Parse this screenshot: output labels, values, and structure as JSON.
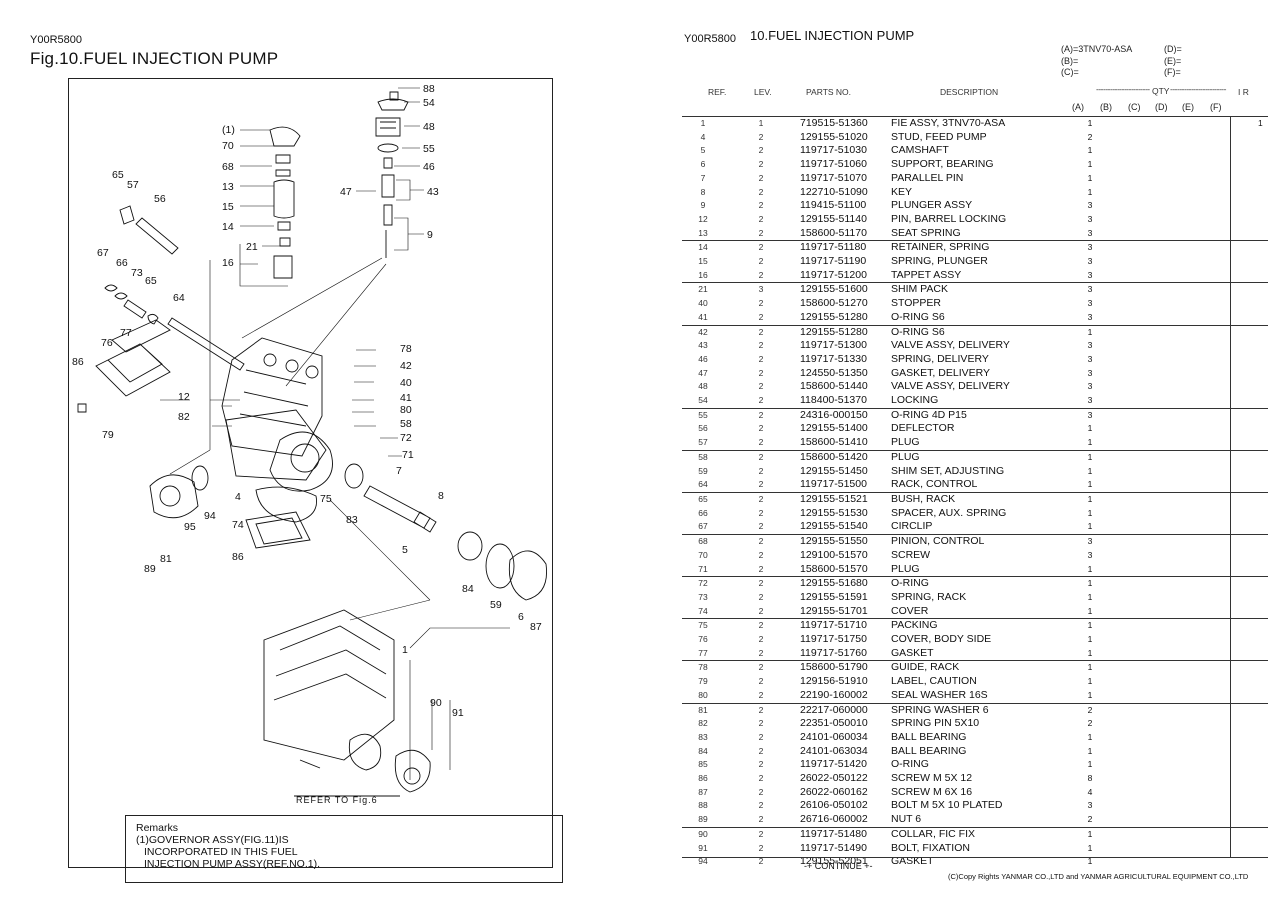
{
  "left": {
    "code": "Y00R5800",
    "title": "Fig.10.FUEL INJECTION PUMP",
    "remarks": {
      "heading": "Remarks",
      "lines": [
        "(1)GOVERNOR ASSY(FIG.11)IS",
        "INCORPORATED IN THIS FUEL",
        "INJECTION PUMP ASSY(REF.NO.1)."
      ]
    },
    "callouts": [
      "88",
      "54",
      "48",
      "55",
      "46",
      "43",
      "9",
      "47",
      "(1)",
      "70",
      "68",
      "13",
      "15",
      "14",
      "21",
      "16",
      "65",
      "57",
      "56",
      "67",
      "66",
      "73",
      "65",
      "64",
      "77",
      "76",
      "86",
      "79",
      "78",
      "42",
      "40",
      "41",
      "80",
      "58",
      "72",
      "71",
      "12",
      "82",
      "7",
      "8",
      "95",
      "94",
      "4",
      "75",
      "83",
      "74",
      "5",
      "84",
      "59",
      "6",
      "87",
      "89",
      "81",
      "86",
      "90",
      "91",
      "1"
    ],
    "refer": "REFER TO Fig.6"
  },
  "right": {
    "code": "Y00R5800",
    "title": "10.FUEL INJECTION PUMP",
    "options": [
      {
        "left": "(A)=3TNV70-ASA",
        "right": "(D)="
      },
      {
        "left": "(B)=",
        "right": "(E)="
      },
      {
        "left": "(C)=",
        "right": "(F)="
      }
    ],
    "headers": {
      "ref": "REF.",
      "lev": "LEV.",
      "parts_no": "PARTS NO.",
      "description": "DESCRIPTION",
      "qty": "QTY",
      "ir": "I R",
      "qty_cols": [
        "(A)",
        "(B)",
        "(C)",
        "(D)",
        "(E)",
        "(F)"
      ]
    },
    "rows": [
      {
        "ref": "1",
        "lev": "1",
        "pno": "719515-51360",
        "desc": "FIE ASSY, 3TNV70-ASA",
        "qa": "1",
        "ir": "1"
      },
      {
        "ref": "4",
        "lev": "2",
        "pno": "129155-51020",
        "desc": "STUD, FEED PUMP",
        "qa": "2"
      },
      {
        "ref": "5",
        "lev": "2",
        "pno": "119717-51030",
        "desc": "CAMSHAFT",
        "qa": "1"
      },
      {
        "ref": "6",
        "lev": "2",
        "pno": "119717-51060",
        "desc": "SUPPORT, BEARING",
        "qa": "1"
      },
      {
        "ref": "7",
        "lev": "2",
        "pno": "119717-51070",
        "desc": "PARALLEL PIN",
        "qa": "1"
      },
      {
        "ref": "8",
        "lev": "2",
        "pno": "122710-51090",
        "desc": "KEY",
        "qa": "1"
      },
      {
        "ref": "9",
        "lev": "2",
        "pno": "119415-51100",
        "desc": "PLUNGER ASSY",
        "qa": "3"
      },
      {
        "ref": "12",
        "lev": "2",
        "pno": "129155-51140",
        "desc": "PIN, BARREL LOCKING",
        "qa": "3"
      },
      {
        "ref": "13",
        "lev": "2",
        "pno": "158600-51170",
        "desc": "SEAT SPRING",
        "qa": "3"
      },
      {
        "ref": "14",
        "lev": "2",
        "pno": "119717-51180",
        "desc": "RETAINER, SPRING",
        "qa": "3",
        "gs": true
      },
      {
        "ref": "15",
        "lev": "2",
        "pno": "119717-51190",
        "desc": "SPRING, PLUNGER",
        "qa": "3"
      },
      {
        "ref": "16",
        "lev": "2",
        "pno": "119717-51200",
        "desc": "TAPPET ASSY",
        "qa": "3"
      },
      {
        "ref": "21",
        "lev": "3",
        "pno": "129155-51600",
        "desc": "SHIM PACK",
        "qa": "3",
        "gs": true
      },
      {
        "ref": "40",
        "lev": "2",
        "pno": "158600-51270",
        "desc": "STOPPER",
        "qa": "3"
      },
      {
        "ref": "41",
        "lev": "2",
        "pno": "129155-51280",
        "desc": "O-RING S6",
        "qa": "3"
      },
      {
        "ref": "42",
        "lev": "2",
        "pno": "129155-51280",
        "desc": "O-RING S6",
        "qa": "1",
        "gs": true
      },
      {
        "ref": "43",
        "lev": "2",
        "pno": "119717-51300",
        "desc": "VALVE ASSY, DELIVERY",
        "qa": "3"
      },
      {
        "ref": "46",
        "lev": "2",
        "pno": "119717-51330",
        "desc": "SPRING, DELIVERY",
        "qa": "3"
      },
      {
        "ref": "47",
        "lev": "2",
        "pno": "124550-51350",
        "desc": "GASKET, DELIVERY",
        "qa": "3"
      },
      {
        "ref": "48",
        "lev": "2",
        "pno": "158600-51440",
        "desc": "VALVE ASSY, DELIVERY",
        "qa": "3"
      },
      {
        "ref": "54",
        "lev": "2",
        "pno": "118400-51370",
        "desc": "LOCKING",
        "qa": "3"
      },
      {
        "ref": "55",
        "lev": "2",
        "pno": "24316-000150",
        "desc": "O-RING 4D P15",
        "qa": "3",
        "gs": true
      },
      {
        "ref": "56",
        "lev": "2",
        "pno": "129155-51400",
        "desc": "DEFLECTOR",
        "qa": "1"
      },
      {
        "ref": "57",
        "lev": "2",
        "pno": "158600-51410",
        "desc": "PLUG",
        "qa": "1"
      },
      {
        "ref": "58",
        "lev": "2",
        "pno": "158600-51420",
        "desc": "PLUG",
        "qa": "1",
        "gs": true
      },
      {
        "ref": "59",
        "lev": "2",
        "pno": "129155-51450",
        "desc": "SHIM SET, ADJUSTING",
        "qa": "1"
      },
      {
        "ref": "64",
        "lev": "2",
        "pno": "119717-51500",
        "desc": "RACK, CONTROL",
        "qa": "1"
      },
      {
        "ref": "65",
        "lev": "2",
        "pno": "129155-51521",
        "desc": "BUSH, RACK",
        "qa": "1",
        "gs": true
      },
      {
        "ref": "66",
        "lev": "2",
        "pno": "129155-51530",
        "desc": "SPACER, AUX. SPRING",
        "qa": "1"
      },
      {
        "ref": "67",
        "lev": "2",
        "pno": "129155-51540",
        "desc": "CIRCLIP",
        "qa": "1"
      },
      {
        "ref": "68",
        "lev": "2",
        "pno": "129155-51550",
        "desc": "PINION, CONTROL",
        "qa": "3",
        "gs": true
      },
      {
        "ref": "70",
        "lev": "2",
        "pno": "129100-51570",
        "desc": "SCREW",
        "qa": "3"
      },
      {
        "ref": "71",
        "lev": "2",
        "pno": "158600-51570",
        "desc": "PLUG",
        "qa": "1"
      },
      {
        "ref": "72",
        "lev": "2",
        "pno": "129155-51680",
        "desc": "O-RING",
        "qa": "1",
        "gs": true
      },
      {
        "ref": "73",
        "lev": "2",
        "pno": "129155-51591",
        "desc": "SPRING, RACK",
        "qa": "1"
      },
      {
        "ref": "74",
        "lev": "2",
        "pno": "129155-51701",
        "desc": "COVER",
        "qa": "1"
      },
      {
        "ref": "75",
        "lev": "2",
        "pno": "119717-51710",
        "desc": "PACKING",
        "qa": "1",
        "gs": true
      },
      {
        "ref": "76",
        "lev": "2",
        "pno": "119717-51750",
        "desc": "COVER, BODY SIDE",
        "qa": "1"
      },
      {
        "ref": "77",
        "lev": "2",
        "pno": "119717-51760",
        "desc": "GASKET",
        "qa": "1"
      },
      {
        "ref": "78",
        "lev": "2",
        "pno": "158600-51790",
        "desc": "GUIDE, RACK",
        "qa": "1",
        "gs": true
      },
      {
        "ref": "79",
        "lev": "2",
        "pno": "129156-51910",
        "desc": "LABEL, CAUTION",
        "qa": "1"
      },
      {
        "ref": "80",
        "lev": "2",
        "pno": "22190-160002",
        "desc": "SEAL WASHER 16S",
        "qa": "1"
      },
      {
        "ref": "81",
        "lev": "2",
        "pno": "22217-060000",
        "desc": "SPRING WASHER  6",
        "qa": "2",
        "gs": true
      },
      {
        "ref": "82",
        "lev": "2",
        "pno": "22351-050010",
        "desc": "SPRING PIN 5X10",
        "qa": "2"
      },
      {
        "ref": "83",
        "lev": "2",
        "pno": "24101-060034",
        "desc": "BALL BEARING",
        "qa": "1"
      },
      {
        "ref": "84",
        "lev": "2",
        "pno": "24101-063034",
        "desc": "BALL BEARING",
        "qa": "1"
      },
      {
        "ref": "85",
        "lev": "2",
        "pno": "119717-51420",
        "desc": "O-RING",
        "qa": "1"
      },
      {
        "ref": "86",
        "lev": "2",
        "pno": "26022-050122",
        "desc": "SCREW M 5X 12",
        "qa": "8"
      },
      {
        "ref": "87",
        "lev": "2",
        "pno": "26022-060162",
        "desc": "SCREW M 6X 16",
        "qa": "4"
      },
      {
        "ref": "88",
        "lev": "2",
        "pno": "26106-050102",
        "desc": "BOLT M 5X 10 PLATED",
        "qa": "3"
      },
      {
        "ref": "89",
        "lev": "2",
        "pno": "26716-060002",
        "desc": "NUT 6",
        "qa": "2"
      },
      {
        "ref": "90",
        "lev": "2",
        "pno": "119717-51480",
        "desc": "COLLAR, FIC FIX",
        "qa": "1",
        "gs": true
      },
      {
        "ref": "91",
        "lev": "2",
        "pno": "119717-51490",
        "desc": "BOLT, FIXATION",
        "qa": "1"
      },
      {
        "ref": "94",
        "lev": "2",
        "pno": "129155-52051",
        "desc": "GASKET",
        "qa": "1"
      }
    ],
    "continue": "-+ CONTINUE +-",
    "copyright": "(C)Copy Rights  YANMAR CO.,LTD and YANMAR AGRICULTURAL EQUIPMENT CO.,LTD"
  }
}
